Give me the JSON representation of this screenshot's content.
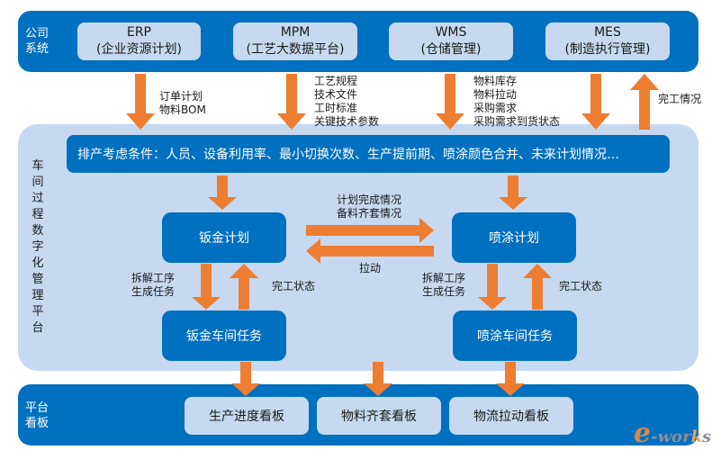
{
  "colors": {
    "band_blue": "#0070c0",
    "light_blue": "#c6d9f0",
    "arrow_orange": "#ed7d31"
  },
  "company_systems": {
    "label": [
      "公司",
      "系统"
    ],
    "systems": [
      {
        "name": "ERP",
        "desc": "(企业资源计划)"
      },
      {
        "name": "MPM",
        "desc": "(工艺大数据平台)"
      },
      {
        "name": "WMS",
        "desc": "(仓储管理)"
      },
      {
        "name": "MES",
        "desc": "(制造执行管理)"
      }
    ]
  },
  "flows_top": {
    "erp": [
      "订单计划",
      "物料BOM"
    ],
    "mpm": [
      "工艺规程",
      "技术文件",
      "工时标准",
      "关键技术参数"
    ],
    "wms": [
      "物料库存",
      "物料拉动",
      "采购需求",
      "采购需求到货状态"
    ],
    "mes_up": "完工情况"
  },
  "platform": {
    "label": "车间过程数字化管理平台",
    "conditions": "排产考虑条件：人员、设备利用率、最小切换次数、生产提前期、喷涂颜色合并、未来计划情况…",
    "sheet_plan": "钣金计划",
    "paint_plan": "喷涂计划",
    "sheet_task": "钣金车间任务",
    "paint_task": "喷涂车间任务",
    "plan_to_paint": [
      "计划完成情况",
      "备料齐套情况"
    ],
    "paint_to_plan": "拉动",
    "down_note": [
      "拆解工序",
      "生成任务"
    ],
    "up_note": "完工状态"
  },
  "kanban": {
    "label": [
      "平台",
      "看板"
    ],
    "boards": [
      "生产进度看板",
      "物料齐套看板",
      "物流拉动看板"
    ]
  },
  "watermark": {
    "e": "e",
    "mid": "-wor",
    "k": "k",
    "s": "s"
  }
}
